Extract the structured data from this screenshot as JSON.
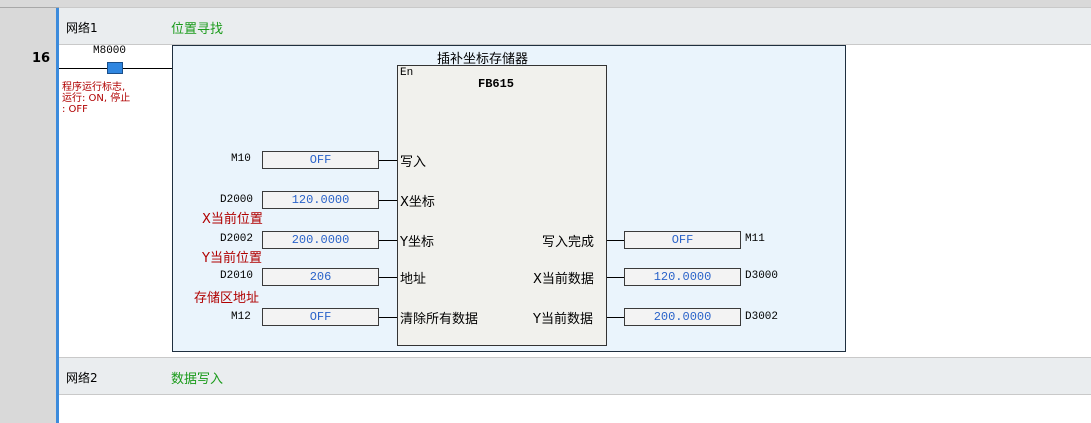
{
  "network1": {
    "name": "网络1",
    "title": "位置寻找"
  },
  "network2": {
    "name": "网络2",
    "title": "数据写入"
  },
  "rung": {
    "number": "16"
  },
  "contact": {
    "address": "M8000",
    "comment_lines": [
      "程序运行标志,",
      "运行: ON, 停止",
      ": OFF"
    ]
  },
  "block": {
    "title": "插补坐标存储器",
    "en_label": "En",
    "name": "FB615"
  },
  "inputs": [
    {
      "address": "M10",
      "value": "OFF",
      "pin": "写入",
      "comment": ""
    },
    {
      "address": "D2000",
      "value": "120.0000",
      "pin": "X坐标",
      "comment": "X当前位置"
    },
    {
      "address": "D2002",
      "value": "200.0000",
      "pin": "Y坐标",
      "comment": "Y当前位置"
    },
    {
      "address": "D2010",
      "value": "206",
      "pin": "地址",
      "comment": "存储区地址"
    },
    {
      "address": "M12",
      "value": "OFF",
      "pin": "清除所有数据",
      "comment": ""
    }
  ],
  "outputs": [
    {
      "pin": "写入完成",
      "value": "OFF",
      "address": "M11"
    },
    {
      "pin": "X当前数据",
      "value": "120.0000",
      "address": "D3000"
    },
    {
      "pin": "Y当前数据",
      "value": "200.0000",
      "address": "D3002"
    }
  ],
  "colors": {
    "accent": "#3c8bdc",
    "value_text": "#2a63c9",
    "comment_red": "#b00000",
    "network_title_green": "#1b9b1b"
  }
}
